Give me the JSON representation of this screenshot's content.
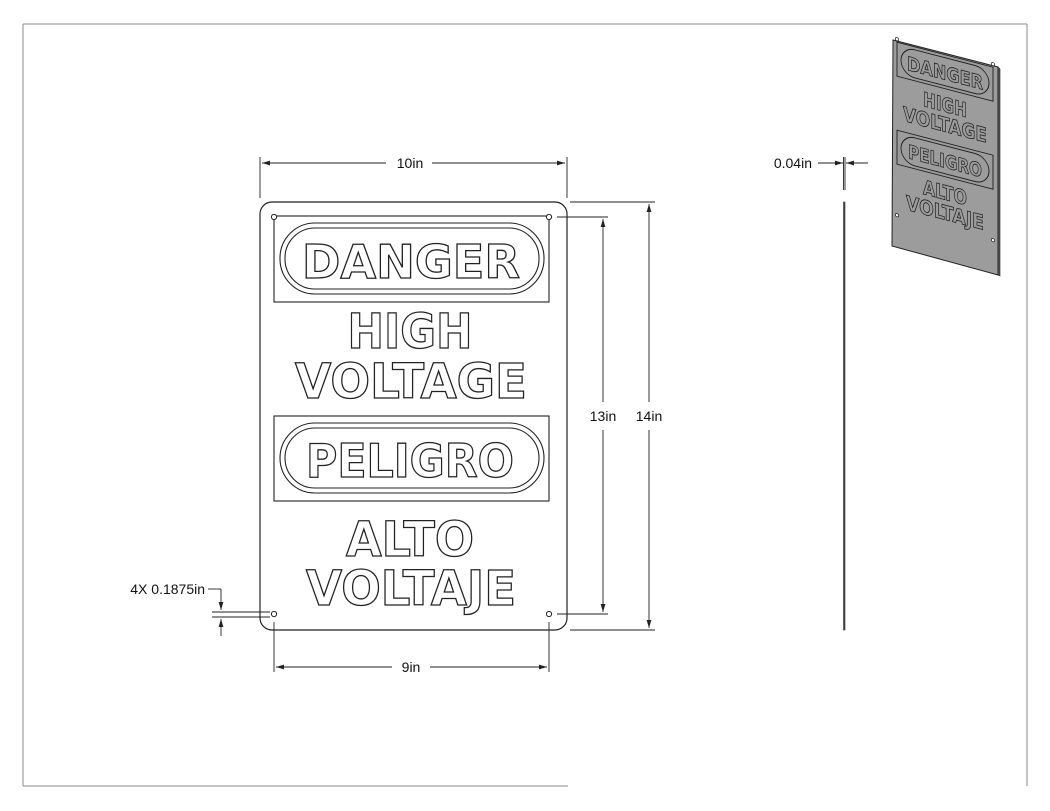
{
  "sign": {
    "header_top": "DANGER",
    "line_1": "HIGH",
    "line_2": "VOLTAGE",
    "header_bottom": "PELIGRO",
    "line_3": "ALTO",
    "line_4": "VOLTAJE"
  },
  "dimensions": {
    "overall_width": "10in",
    "hole_spacing_horizontal": "9in",
    "hole_spacing_vertical": "13in",
    "overall_height": "14in",
    "thickness": "0.04in",
    "hole_diameter": "4X 0.1875in"
  },
  "colors": {
    "line": "#222222",
    "iso_face": "#9c9c9c",
    "frame": "#888888"
  }
}
